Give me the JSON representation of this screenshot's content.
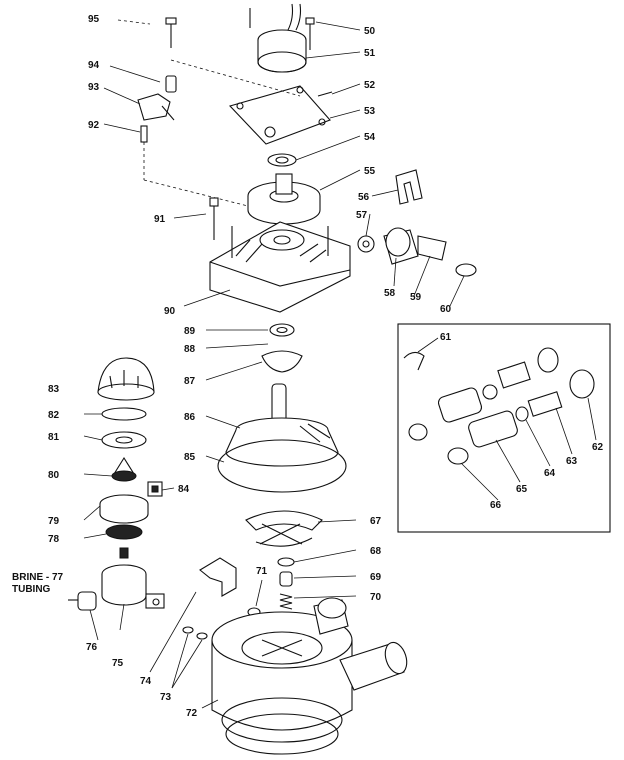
{
  "labels": {
    "p50": "50",
    "p51": "51",
    "p52": "52",
    "p53": "53",
    "p54": "54",
    "p55": "55",
    "p56": "56",
    "p57": "57",
    "p58": "58",
    "p59": "59",
    "p60": "60",
    "p61": "61",
    "p62": "62",
    "p63": "63",
    "p64": "64",
    "p65": "65",
    "p66": "66",
    "p67": "67",
    "p68": "68",
    "p69": "69",
    "p70": "70",
    "p71": "71",
    "p72": "72",
    "p73": "73",
    "p74": "74",
    "p75": "75",
    "p76": "76",
    "p78": "78",
    "p79": "79",
    "p80": "80",
    "p81": "81",
    "p82": "82",
    "p83": "83",
    "p84": "84",
    "p85": "85",
    "p86": "86",
    "p87": "87",
    "p88": "88",
    "p89": "89",
    "p90": "90",
    "p91": "91",
    "p92": "92",
    "p93": "93",
    "p94": "94",
    "p95": "95",
    "brine_line1": "BRINE - 77",
    "brine_line2": "TUBING",
    "inset_61": "61",
    "inset_62": "62",
    "inset_63": "63",
    "inset_64": "64",
    "inset_65": "65",
    "inset_66": "66"
  }
}
